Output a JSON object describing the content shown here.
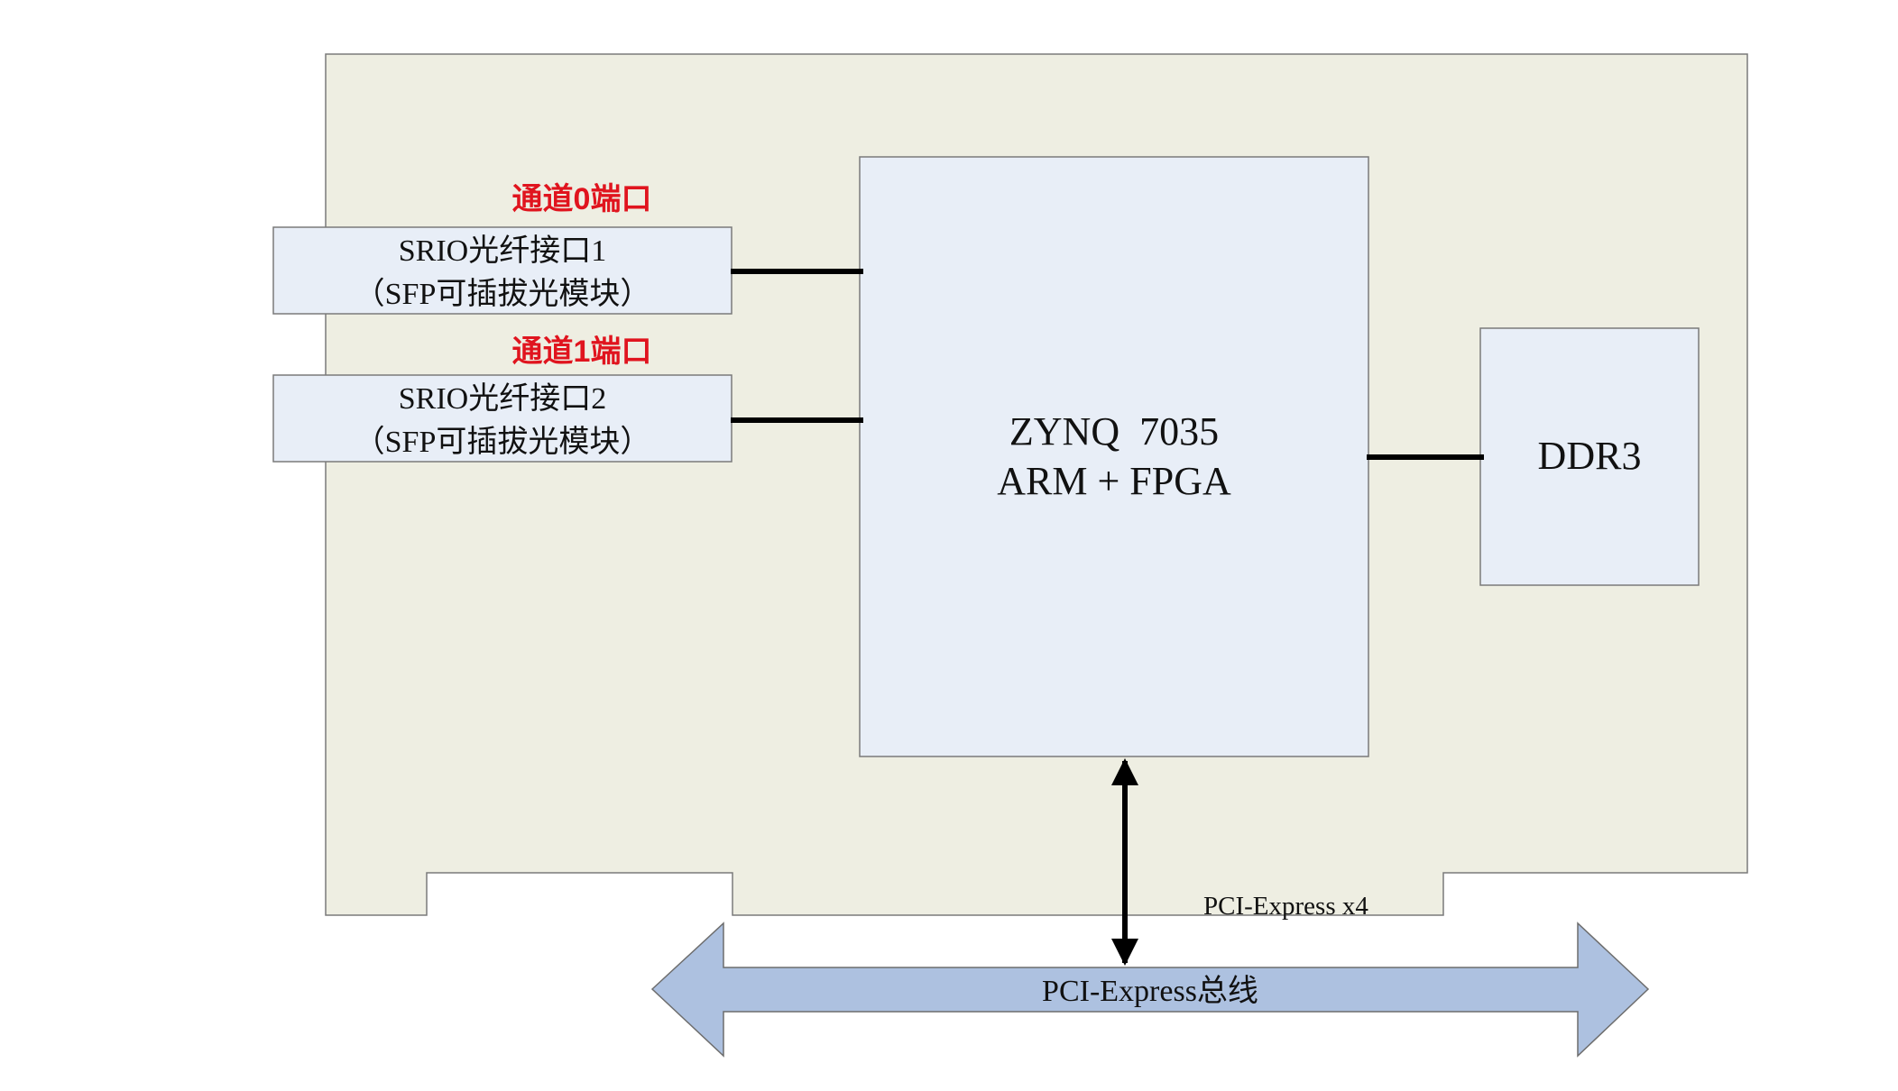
{
  "colors": {
    "board_fill": "#eeeee2",
    "block_fill": "#e8eef7",
    "outline": "#7a7a7a",
    "bus_fill": "#adc1e0",
    "bus_stroke": "#6d6d6d",
    "label_red": "#e0141e",
    "line": "#000000"
  },
  "labels": {
    "channel0": "通道0端口",
    "channel1": "通道1端口"
  },
  "srio1": {
    "line1": "SRIO光纤接口1",
    "line2": "（SFP可插拔光模块）"
  },
  "srio2": {
    "line1": "SRIO光纤接口2",
    "line2": "（SFP可插拔光模块）"
  },
  "zynq": {
    "line1": "ZYNQ  7035",
    "line2": "ARM + FPGA"
  },
  "ddr": {
    "label": "DDR3"
  },
  "pcie": {
    "link_label": "PCI-Express x4",
    "bus_label": "PCI-Express总线"
  }
}
